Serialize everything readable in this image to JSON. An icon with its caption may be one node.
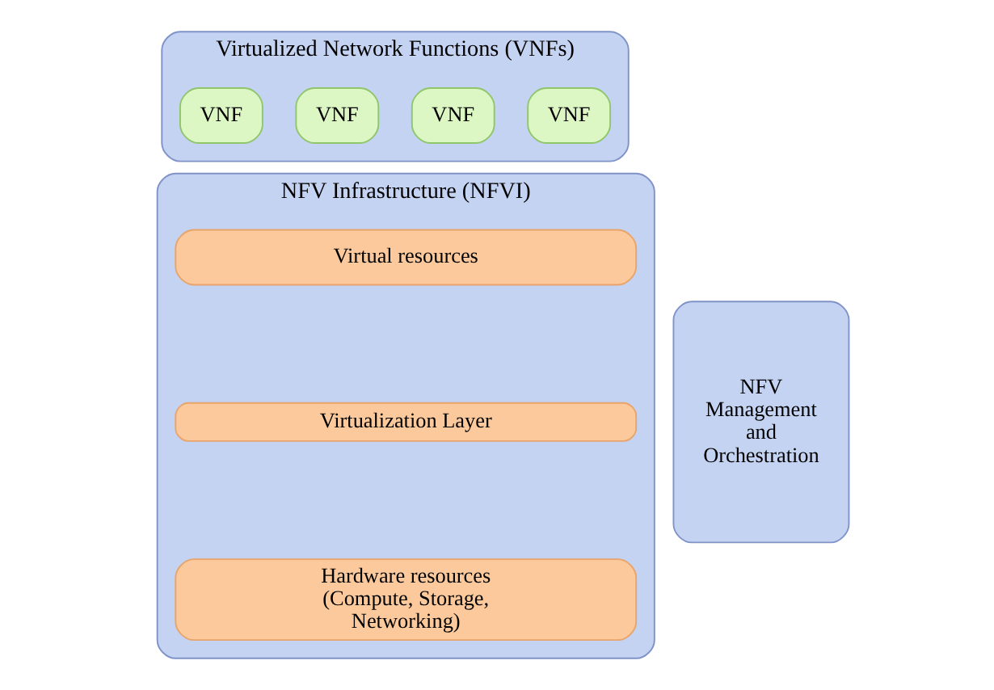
{
  "diagram": {
    "nodes": [
      {
        "text": [
          "Virtualized Network Functions (VNFs)"
        ]
      },
      {
        "text": [
          "VNF"
        ],
        "in": 0
      },
      {
        "text": [
          "VNF"
        ],
        "in": 0
      },
      {
        "text": [
          "VNF"
        ],
        "in": 0
      },
      {
        "text": [
          "VNF"
        ],
        "in": 0
      },
      {
        "text": [
          "NFV Infrastructure (NFVI)"
        ]
      },
      {
        "text": [
          "Virtual resources"
        ],
        "in": 5
      },
      {
        "text": [
          "Virtualization Layer"
        ],
        "in": 5
      },
      {
        "text": [
          "Hardware resources (Compute, Storage, Networking)"
        ],
        "in": 5
      },
      {
        "text": [
          "NFV Management and Orchestration"
        ]
      }
    ],
    "edges": []
  }
}
